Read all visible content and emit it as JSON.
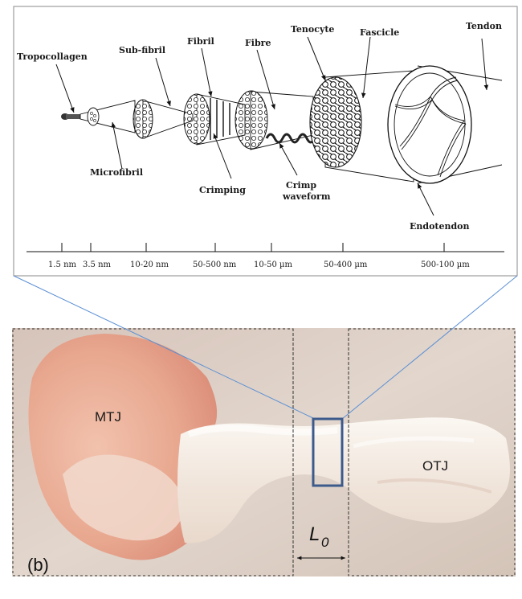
{
  "diagram": {
    "labels": {
      "tropocollagen": "Tropocollagen",
      "subfibril": "Sub-fibril",
      "fibril": "Fibril",
      "fibre": "Fibre",
      "tenocyte": "Tenocyte",
      "fascicle": "Fascicle",
      "tendon": "Tendon",
      "microfibril": "Microfibril",
      "crimping": "Crimping",
      "crimp_waveform_line1": "Crimp",
      "crimp_waveform_line2": "waveform",
      "endotendon": "Endotendon"
    },
    "scale_labels": [
      "1.5 nm",
      "3.5 nm",
      "10-20 nm",
      "50-500 nm",
      "10-50 µm",
      "50-400 µm",
      "500-100 µm"
    ]
  },
  "photo": {
    "mtj_label": "MTJ",
    "otj_label": "OTJ",
    "panel_label": "(b)",
    "length_symbol": "L",
    "length_subscript": "0"
  },
  "colors": {
    "connector_line": "#5b8fd4",
    "roi_box": "#3c5a8c",
    "photo_background": "#d9cbc1",
    "muscle_tissue": "#e7a58f",
    "tendon_tissue": "#f3ece5"
  }
}
